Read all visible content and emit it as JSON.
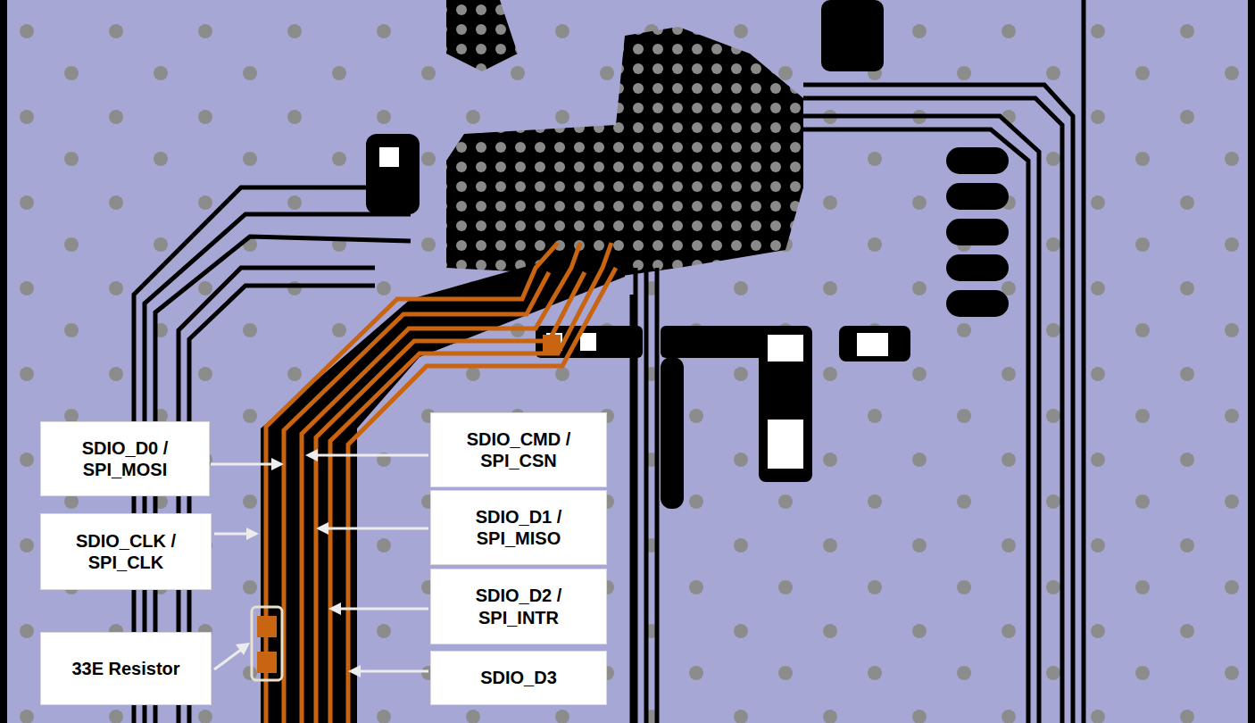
{
  "diagram": {
    "nodes": [
      {
        "text": [
          "SDIO_D0 / SPI_MOSI"
        ]
      },
      {
        "text": [
          "SDIO_CMD / SPI_CSN"
        ]
      },
      {
        "text": [
          "SDIO_CLK / SPI_CLK"
        ]
      },
      {
        "text": [
          "SDIO_D1 / SPI_MISO"
        ]
      },
      {
        "text": [
          "SDIO_D2 / SPI_INTR"
        ]
      },
      {
        "text": [
          "33E Resistor"
        ]
      },
      {
        "text": [
          "SDIO_D3"
        ]
      }
    ]
  }
}
